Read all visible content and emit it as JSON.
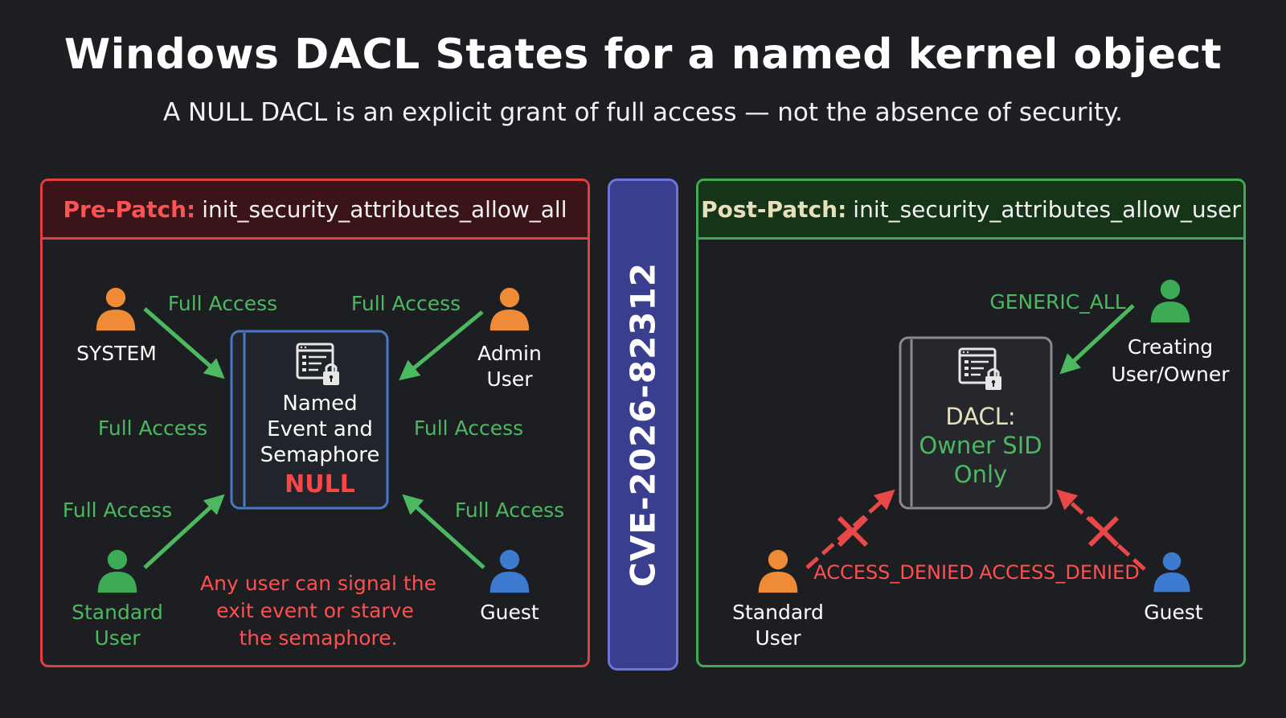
{
  "title": "Windows DACL States for a named kernel object",
  "subtitle": "A NULL DACL is an explicit grant of full access — not the absence of security.",
  "cve_id": "CVE-2026-82312",
  "colors": {
    "background": "#1d1e22",
    "pre_border": "#e04040",
    "post_border": "#3daa55",
    "grant_arrow": "#4cb860",
    "deny_arrow": "#e84848",
    "cve_fill": "#3a3e8e",
    "object_border_pre": "#4a78c8",
    "object_border_post": "#8a8a8a"
  },
  "pre_patch": {
    "header_label": "Pre-Patch:",
    "header_function": "init_security_attributes_allow_all",
    "object": {
      "line1": "Named",
      "line2": "Event and",
      "line3": "Semaphore",
      "dacl_value": "NULL",
      "icon": "locked-document-icon"
    },
    "actors": {
      "system": "SYSTEM",
      "admin_line1": "Admin",
      "admin_line2": "User",
      "standard_line1": "Standard",
      "standard_line2": "User",
      "guest": "Guest"
    },
    "access_labels": {
      "system_arrow": "Full Access",
      "admin_arrow": "Full Access",
      "left_mid": "Full Access",
      "right_mid": "Full Access",
      "standard_arrow": "Full Access",
      "guest_arrow": "Full Access"
    },
    "warning": {
      "line1": "Any user can signal the",
      "line2": "exit event or starve",
      "line3": "the semaphore."
    }
  },
  "post_patch": {
    "header_label": "Post-Patch:",
    "header_function": "init_security_attributes_allow_user",
    "object": {
      "line1": "DACL:",
      "line2": "Owner SID",
      "line3": "Only",
      "icon": "locked-document-icon"
    },
    "actors": {
      "owner_line1": "Creating",
      "owner_line2": "User/Owner",
      "standard_line1": "Standard",
      "standard_line2": "User",
      "guest": "Guest"
    },
    "access_labels": {
      "owner_arrow": "GENERIC_ALL",
      "standard_arrow": "ACCESS_DENIED",
      "guest_arrow": "ACCESS_DENIED"
    }
  }
}
